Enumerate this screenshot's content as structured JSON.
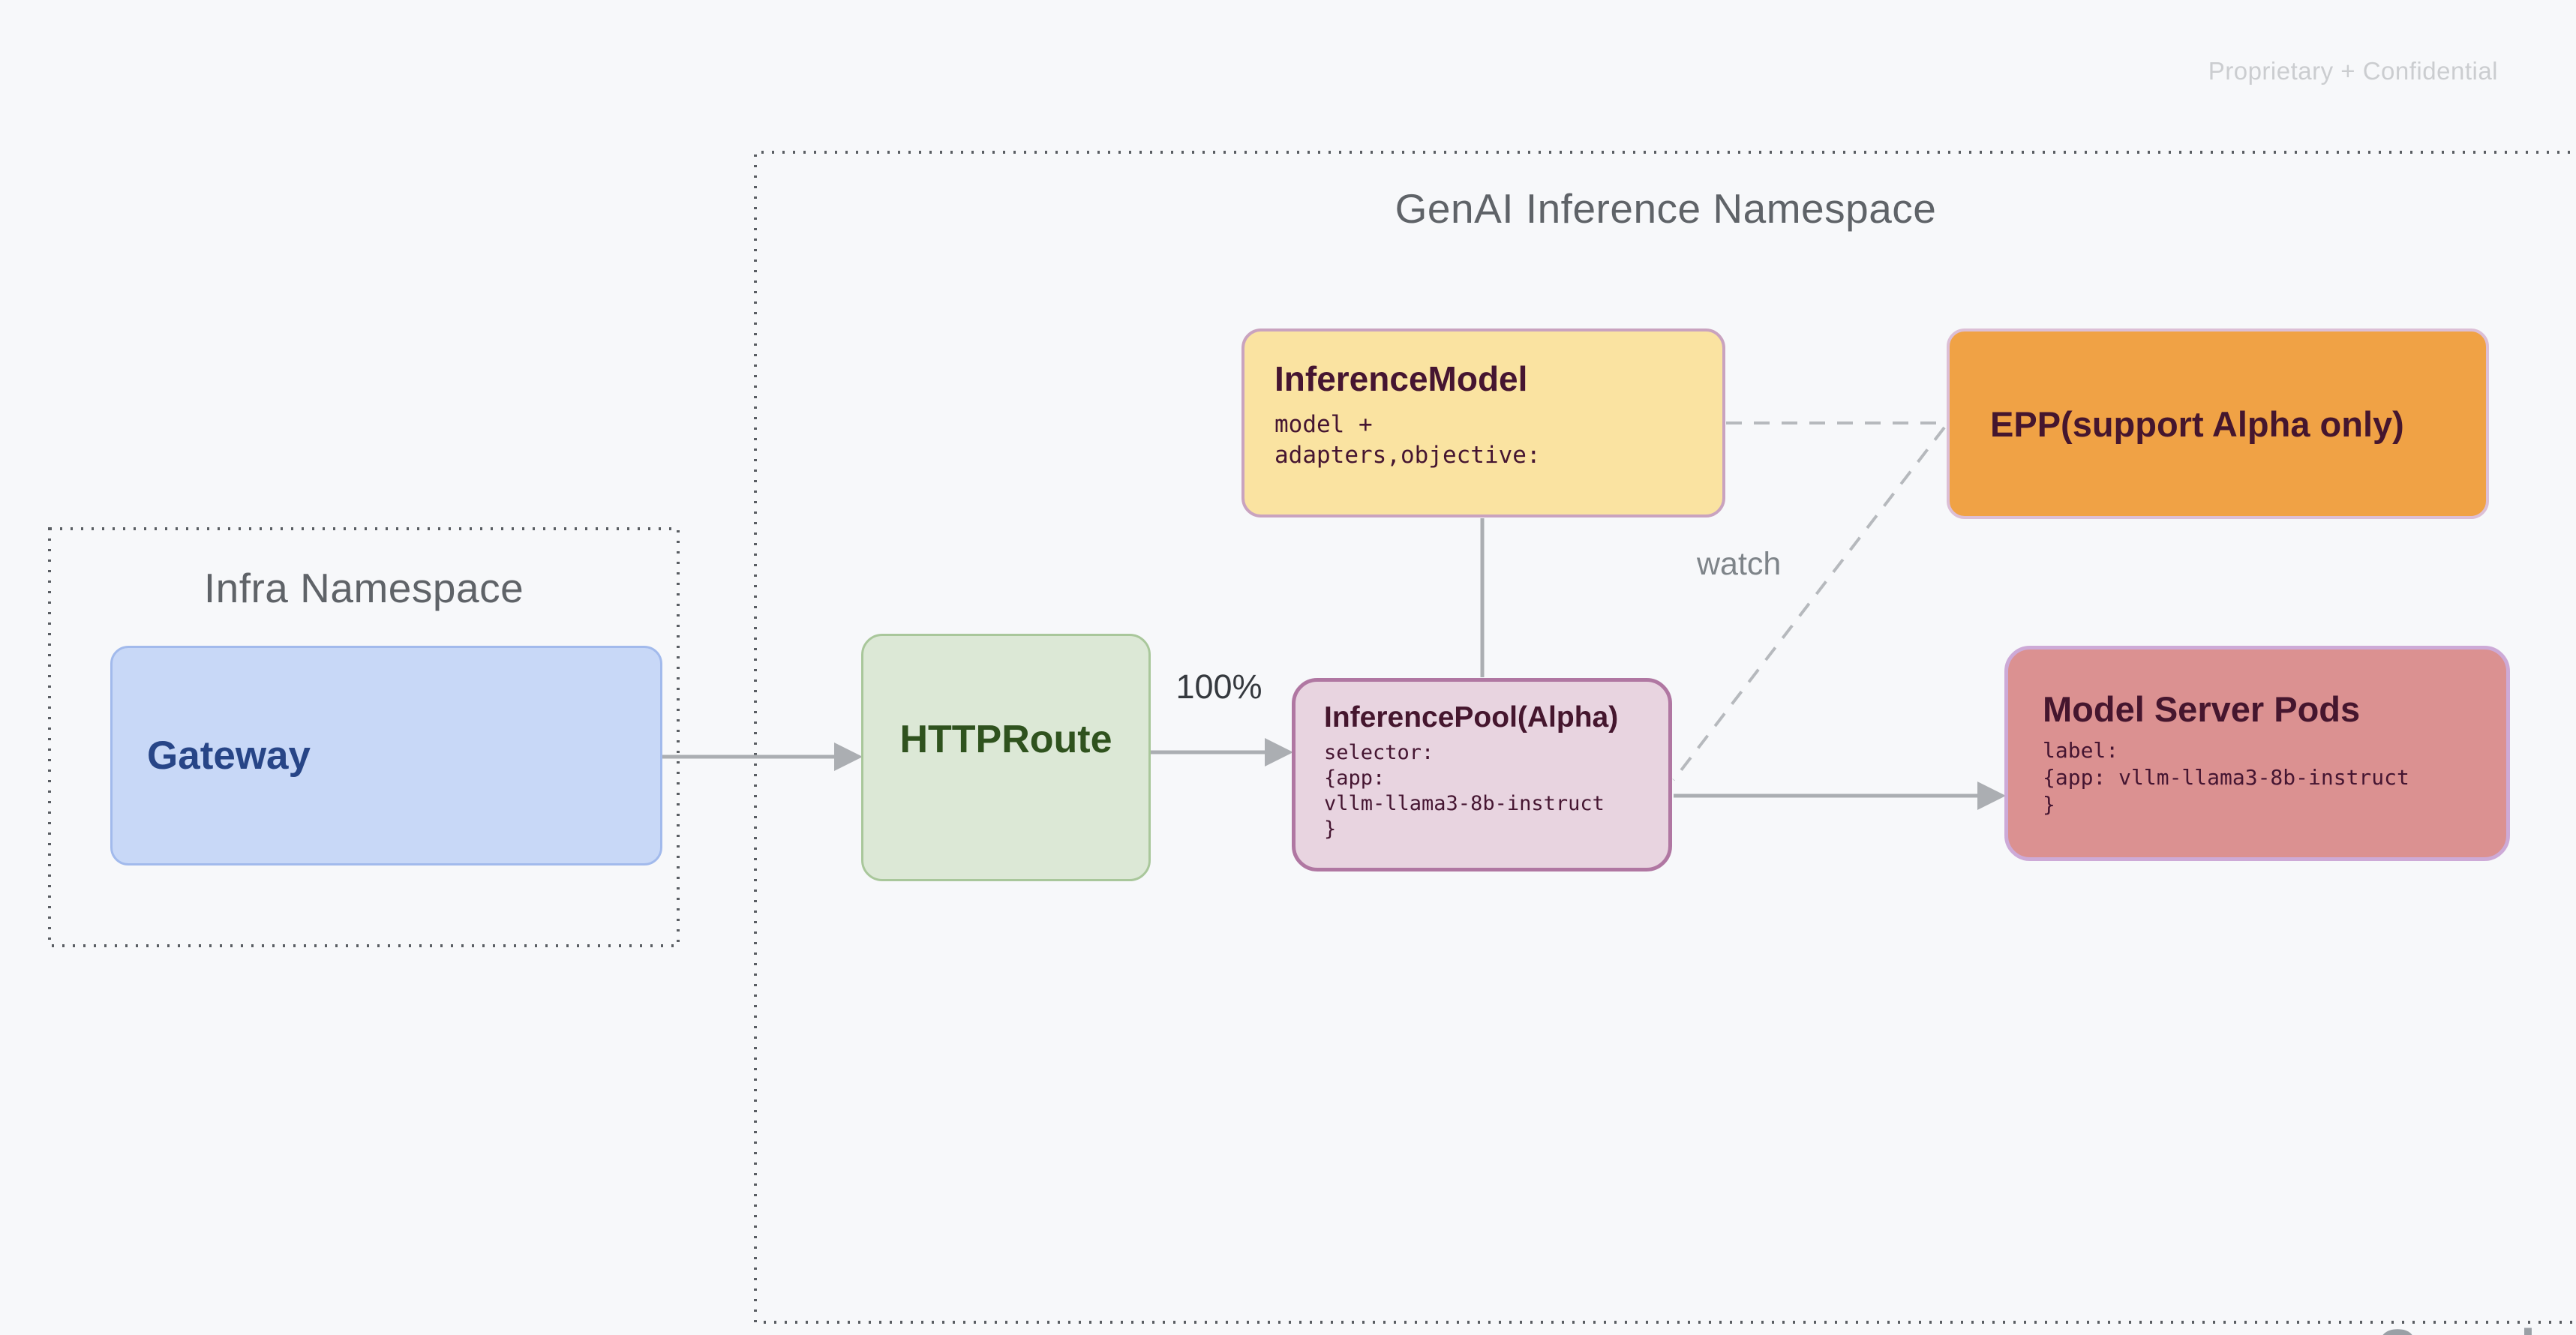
{
  "page": {
    "watermark": "Proprietary + Confidential",
    "brand_partial": "Google",
    "background": "#F7F8FA"
  },
  "namespaces": {
    "genai": {
      "title": "GenAI Inference Namespace"
    },
    "infra": {
      "title": "Infra Namespace"
    }
  },
  "nodes": {
    "gateway": {
      "title": "Gateway",
      "fill": "#C8D8F7",
      "border": "#A2BAEC",
      "text_color": "#274587"
    },
    "httproute": {
      "title": "HTTPRoute",
      "fill": "#DCE8D6",
      "border": "#A9C79B",
      "text_color": "#2F521E"
    },
    "inference_model": {
      "title": "InferenceModel",
      "body_lines": [
        "model +",
        "adapters,objective:"
      ],
      "fill": "#FAE3A1",
      "border": "#C9A3BF",
      "text_color": "#451531"
    },
    "epp": {
      "title": "EPP(support Alpha only)",
      "fill": "#F0A245",
      "border": "#DCBFD6",
      "text_color": "#45162E"
    },
    "inference_pool": {
      "title": "InferencePool(Alpha)",
      "body_lines": [
        "selector:",
        "{app:",
        "vllm-llama3-8b-instruct",
        "}"
      ],
      "fill": "#E8D4E0",
      "border": "#B077A2",
      "text_color": "#45162E"
    },
    "model_server_pods": {
      "title": "Model Server Pods",
      "body_lines": [
        "label:",
        "{app: vllm-llama3-8b-instruct",
        "}"
      ],
      "fill": "#DB9191",
      "border": "#CDAAD7",
      "text_color": "#45162E"
    }
  },
  "edges": {
    "gateway_to_httproute": {
      "type": "solid-arrow"
    },
    "httproute_to_pool": {
      "type": "solid-arrow",
      "label": "100%"
    },
    "model_to_pool": {
      "type": "solid-line"
    },
    "model_to_epp": {
      "type": "dashed-line"
    },
    "epp_to_pool": {
      "type": "dashed-line",
      "label": "watch"
    },
    "pool_to_pods": {
      "type": "solid-arrow"
    }
  },
  "colors": {
    "arrow": "#ABAEB2",
    "dashed_line": "#B6B9BD",
    "dotted_border": "#5A5E63",
    "namespace_title": "#5F6368",
    "watermark": "#CBCDD0"
  }
}
